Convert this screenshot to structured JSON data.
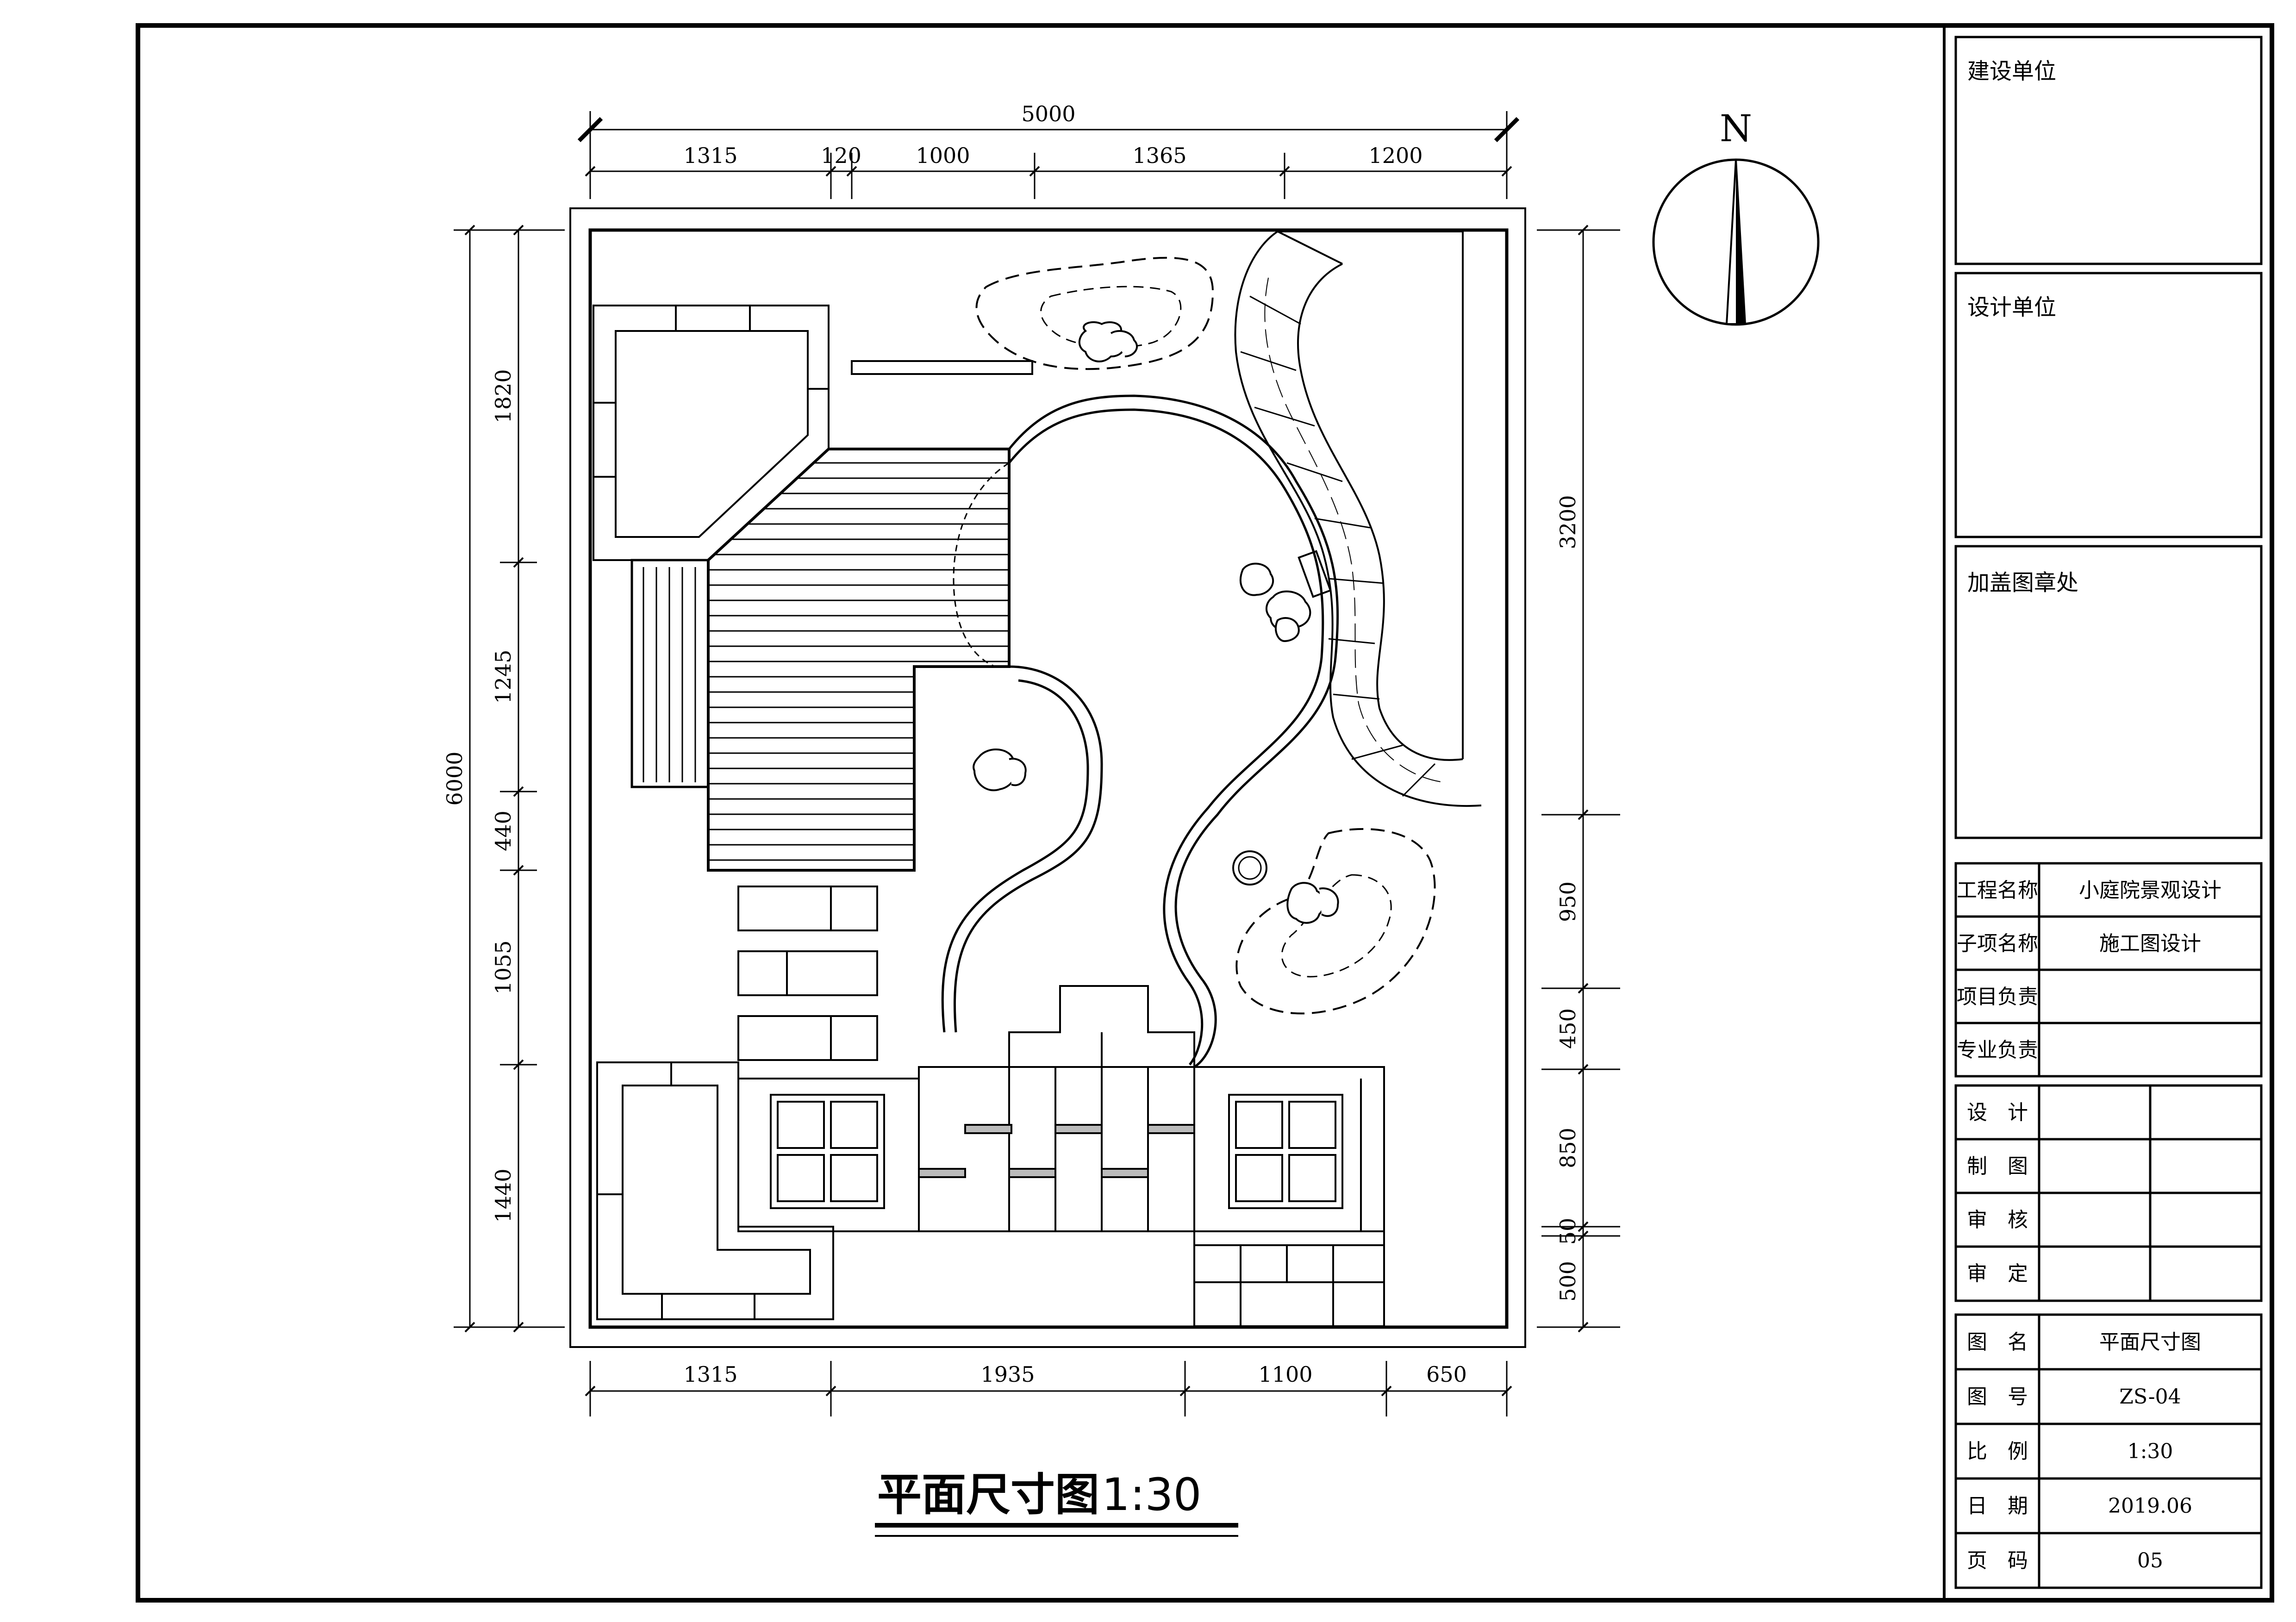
{
  "plan": {
    "title": "平面尺寸图",
    "scale": "1:30",
    "north": "N"
  },
  "dimensions": {
    "top_total": "5000",
    "top": [
      "1315",
      "120",
      "1000",
      "1365",
      "1200"
    ],
    "bottom": [
      "1315",
      "1935",
      "1100",
      "650"
    ],
    "left_total": "6000",
    "left": [
      "1820",
      "1245",
      "440",
      "1055",
      "1440"
    ],
    "right": [
      "3200",
      "950",
      "450",
      "850",
      "50",
      "500"
    ]
  },
  "title_block": {
    "stamp_labels": {
      "client": "建设单位",
      "designer": "设计单位",
      "seal": "加盖图章处"
    },
    "project_rows": [
      {
        "label": "工程名称",
        "value": "小庭院景观设计"
      },
      {
        "label": "子项名称",
        "value": "施工图设计"
      },
      {
        "label": "项目负责",
        "value": ""
      },
      {
        "label": "专业负责",
        "value": ""
      }
    ],
    "sign_rows": [
      {
        "label": "设　计"
      },
      {
        "label": "制　图"
      },
      {
        "label": "审　核"
      },
      {
        "label": "审　定"
      }
    ],
    "info_rows": [
      {
        "label": "图　名",
        "value": "平面尺寸图"
      },
      {
        "label": "图　号",
        "value": "ZS-04"
      },
      {
        "label": "比　例",
        "value": "1:30"
      },
      {
        "label": "日　期",
        "value": "2019.06"
      },
      {
        "label": "页　码",
        "value": "05"
      }
    ]
  }
}
